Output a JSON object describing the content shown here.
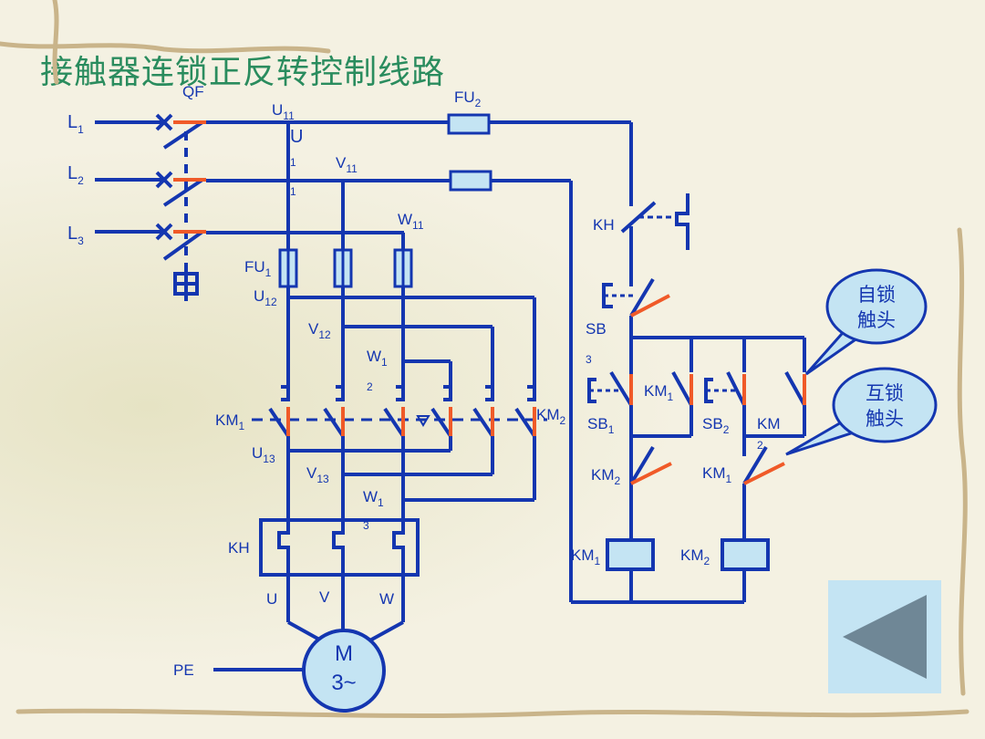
{
  "title": "接触器连锁正反转控制线路",
  "labels": {
    "qf": "QF",
    "l1": "L",
    "l1_sub": "1",
    "l2": "L",
    "l2_sub": "2",
    "l3": "L",
    "l3_sub": "3",
    "u11": "U",
    "u11_sub": "11",
    "u_stray": "U",
    "stray_1a": "1",
    "stray_1b": "1",
    "v11": "V",
    "v11_sub": "11",
    "w11": "W",
    "w11_sub": "11",
    "fu2": "FU",
    "fu2_sub": "2",
    "fu1": "FU",
    "fu1_sub": "1",
    "u12": "U",
    "u12_sub": "12",
    "v12": "V",
    "v12_sub": "12",
    "w12": "W",
    "w12_sub": "1",
    "w12_stray": "2",
    "km1_main": "KM",
    "km1_main_sub": "1",
    "km2_main": "KM",
    "km2_main_sub": "2",
    "u13": "U",
    "u13_sub": "13",
    "v13": "V",
    "v13_sub": "13",
    "w13": "W",
    "w13_sub": "1",
    "w13_stray": "3",
    "kh_main": "KH",
    "u": "U",
    "v": "V",
    "w": "W",
    "motor_m": "M",
    "motor_type": "3~",
    "pe": "PE",
    "kh_ctrl": "KH",
    "sb": "SB",
    "sb_stray": "3",
    "sb1": "SB",
    "sb1_sub": "1",
    "km1_self": "KM",
    "km1_self_sub": "1",
    "sb2": "SB",
    "sb2_sub": "2",
    "km2_self": "KM",
    "km2_self_stray": "2",
    "km2_interlock": "KM",
    "km2_interlock_sub": "2",
    "km1_interlock": "KM",
    "km1_interlock_sub": "1",
    "km1_coil": "KM",
    "km1_coil_sub": "1",
    "km2_coil": "KM",
    "km2_coil_sub": "2"
  },
  "callouts": {
    "self_lock_line1": "自锁",
    "self_lock_line2": "触头",
    "interlock_line1": "互锁",
    "interlock_line2": "触头"
  },
  "colors": {
    "wire": "#1436b0",
    "contact": "#f05a28",
    "callout_fill": "#c4e4f3",
    "title": "#2a8c5e",
    "back_button": "#c4e4f3",
    "back_arrow": "#6f8796"
  },
  "icons": {
    "back_button": "triangle-left-icon"
  }
}
